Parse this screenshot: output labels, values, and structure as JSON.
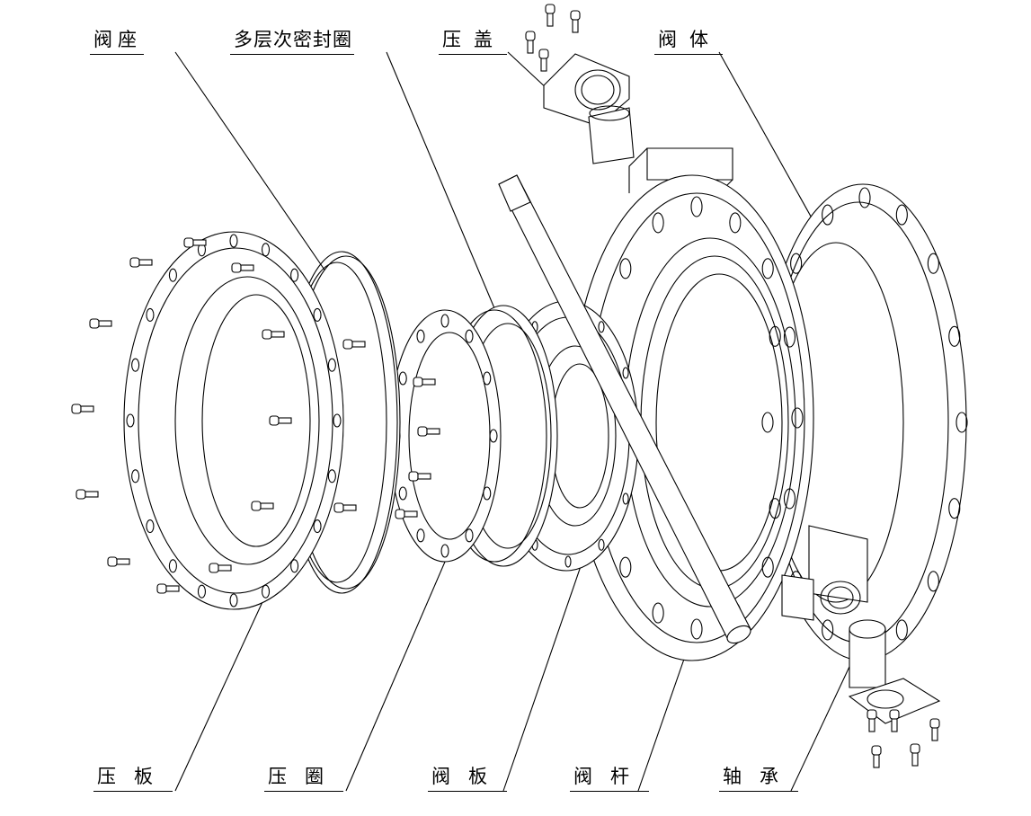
{
  "labels": {
    "valve_seat": "阀座",
    "multilayer_seal": "多层次密封圈",
    "gland": "压盖",
    "valve_body": "阀体",
    "pressure_plate": "压板",
    "pressure_ring": "压圈",
    "valve_disc": "阀板",
    "valve_stem": "阀杆",
    "bearing": "轴承"
  }
}
